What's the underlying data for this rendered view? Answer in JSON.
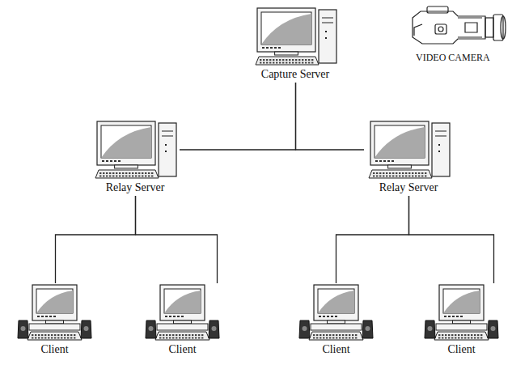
{
  "diagram": {
    "nodes": [
      {
        "text": [
          "Capture Server"
        ]
      },
      {
        "text": [
          "Relay Server"
        ]
      },
      {
        "text": [
          "Relay Server"
        ]
      },
      {
        "text": [
          "Client"
        ]
      },
      {
        "text": [
          "Client"
        ]
      },
      {
        "text": [
          "Client"
        ]
      },
      {
        "text": [
          "Client"
        ]
      }
    ],
    "edges": [
      {
        "from": 0,
        "to": 1,
        "arrow": "none"
      },
      {
        "from": 0,
        "to": 2,
        "arrow": "none"
      },
      {
        "from": 1,
        "to": 3,
        "arrow": "none"
      },
      {
        "from": 1,
        "to": 4,
        "arrow": "none"
      },
      {
        "from": 2,
        "to": 5,
        "arrow": "none"
      },
      {
        "from": 2,
        "to": 6,
        "arrow": "none"
      }
    ],
    "labels": [
      "VIDEO CAMERA"
    ]
  }
}
